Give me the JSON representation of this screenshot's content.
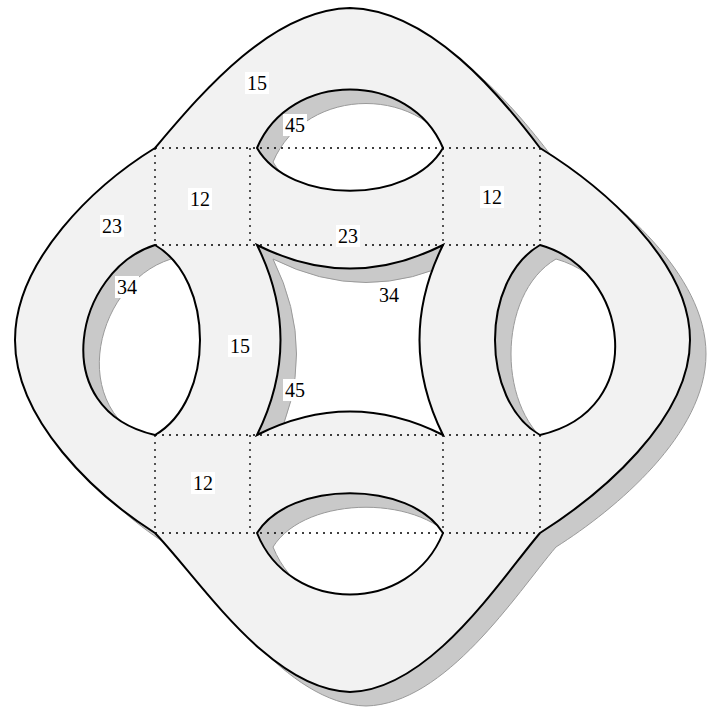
{
  "diagram": {
    "labels": [
      "15",
      "45",
      "12",
      "12",
      "23",
      "23",
      "34",
      "34",
      "15",
      "45",
      "12"
    ]
  }
}
